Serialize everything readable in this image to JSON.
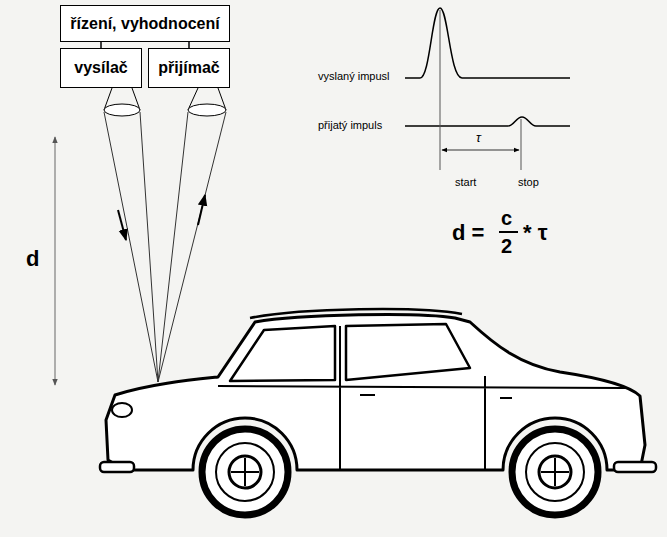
{
  "diagram": {
    "nodes": [
      {
        "text": [
          "řízení, vyhodnocení"
        ]
      },
      {
        "text": [
          "vysílač"
        ]
      },
      {
        "text": [
          "přijímač"
        ]
      }
    ],
    "edges": [
      {
        "from": 0,
        "to": 1,
        "arrow": "none"
      },
      {
        "from": 0,
        "to": 2,
        "arrow": "none"
      }
    ],
    "labels": [
      "d",
      "vyslaný impusl",
      "přijatý impuls",
      "τ",
      "start",
      "stop",
      "d =",
      "c",
      "2",
      "* τ"
    ]
  }
}
